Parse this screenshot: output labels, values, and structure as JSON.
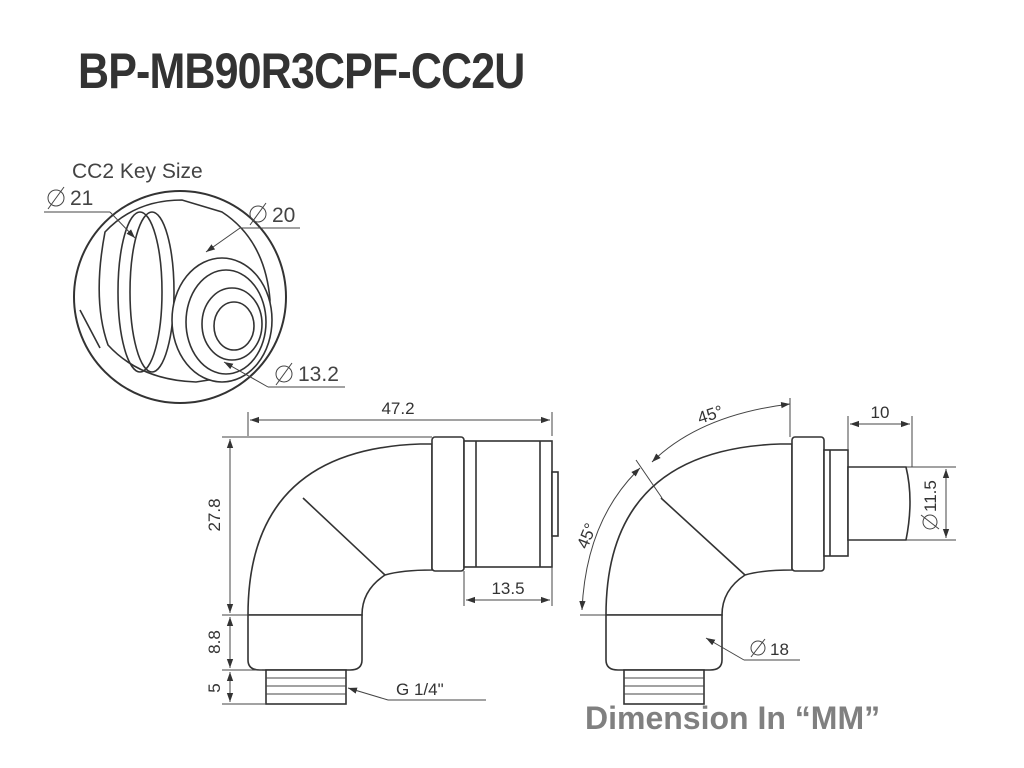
{
  "title": "BP-MB90R3CPF-CC2U",
  "footer": "Dimension In “MM”",
  "key_view": {
    "caption": "CC2 Key Size",
    "dia_outer": "21",
    "dia_mid": "20",
    "dia_inner": "13.2"
  },
  "side_view": {
    "overall_length": "47.2",
    "height": "27.8",
    "fitting_length": "13.5",
    "base_height": "8.8",
    "thread_height": "5",
    "thread": "G 1/4\""
  },
  "rotated_view": {
    "angle_top": "45°",
    "angle_left": "45°",
    "tip_length": "10",
    "tip_dia": "11.5",
    "base_dia": "18"
  }
}
